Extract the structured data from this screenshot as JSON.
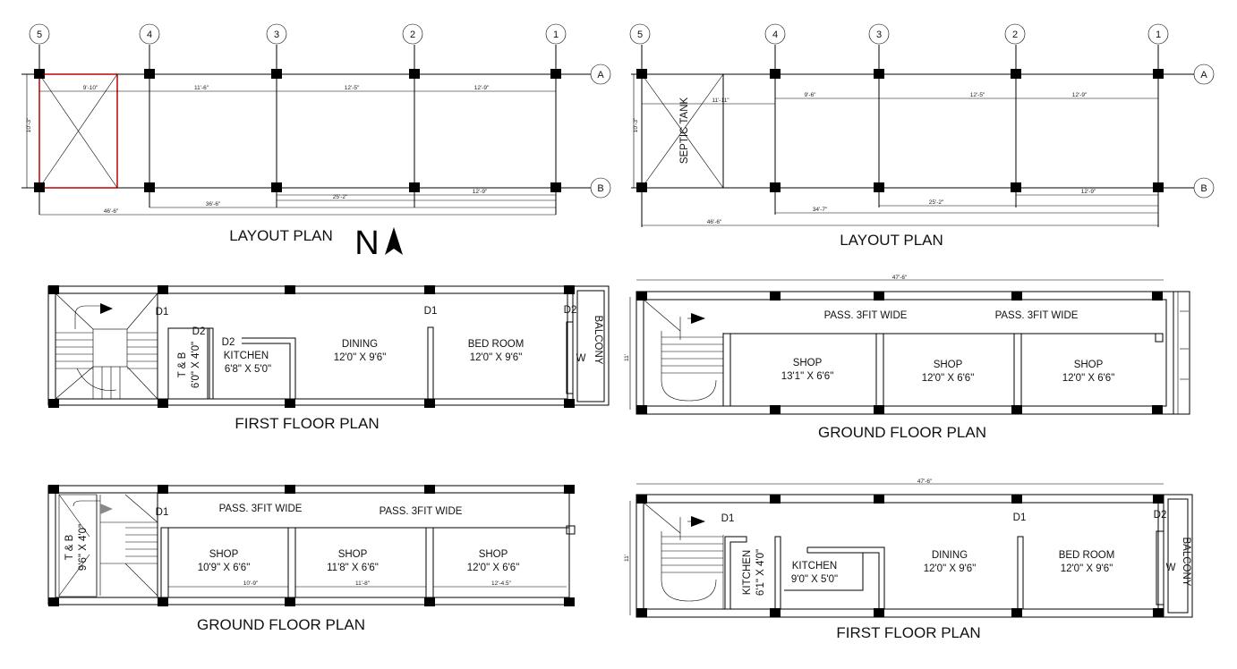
{
  "colors": {
    "ink": "#000000",
    "highlight": "#c00000",
    "background": "#ffffff"
  },
  "north_arrow": {
    "letter": "N"
  },
  "layout_left": {
    "title": "LAYOUT PLAN",
    "grid_numbers": [
      "5",
      "4",
      "3",
      "2",
      "1"
    ],
    "grid_letters": [
      "A",
      "B"
    ],
    "dims_top": [
      "9'-10\"",
      "11'-6\"",
      "12'-5\"",
      "12'-9\""
    ],
    "dim_side": "10'-3\"",
    "dims_bottom": [
      "12'-9\"",
      "25'-2\"",
      "36'-6\"",
      "46'-6\""
    ]
  },
  "layout_right": {
    "title": "LAYOUT PLAN",
    "grid_numbers": [
      "5",
      "4",
      "3",
      "2",
      "1"
    ],
    "grid_letters": [
      "A",
      "B"
    ],
    "septic": "SEPTIC TANK",
    "dims_top": [
      "11'-11\"",
      "9'-6\"",
      "12'-5\"",
      "12'-9\""
    ],
    "dim_side": "10'-3\"",
    "dims_bottom": [
      "12'-9\"",
      "25'-2\"",
      "34'-7\"",
      "46'-6\""
    ]
  },
  "first_left": {
    "title": "FIRST FLOOR PLAN",
    "doors": [
      "D1",
      "D2",
      "D2",
      "D1",
      "D2"
    ],
    "tb": [
      "T & B",
      "6'0\" X 4'0\""
    ],
    "kitchen": [
      "KITCHEN",
      "6'8\" X 5'0\""
    ],
    "dining": [
      "DINING",
      "12'0\" X 9'6\""
    ],
    "bedroom": [
      "BED ROOM",
      "12'0\" X 9'6\""
    ],
    "window": "W",
    "balcony": "BALCONY"
  },
  "ground_right": {
    "title": "GROUND FLOOR PLAN",
    "dim_top": "47'-6\"",
    "dim_side": "11'",
    "passages": [
      "PASS. 3FIT WIDE",
      "PASS. 3FIT WIDE"
    ],
    "shops": [
      [
        "SHOP",
        "13'1\" X 6'6\""
      ],
      [
        "SHOP",
        "12'0\" X 6'6\""
      ],
      [
        "SHOP",
        "12'0\" X 6'6\""
      ]
    ]
  },
  "ground_left": {
    "title": "GROUND FLOOR PLAN",
    "door": "D1",
    "tb": [
      "T & B",
      "9'6\" X 4'0\""
    ],
    "passages": [
      "PASS. 3FIT WIDE",
      "PASS. 3FIT WIDE"
    ],
    "shops": [
      [
        "SHOP",
        "10'9\" X 6'6\""
      ],
      [
        "SHOP",
        "11'8\" X 6'6\""
      ],
      [
        "SHOP",
        "12'0\" X 6'6\""
      ]
    ],
    "dims": [
      "10'-9\"",
      "11'-8\"",
      "12'-4.5\""
    ]
  },
  "first_right": {
    "title": "FIRST FLOOR PLAN",
    "dim_top": "47'-6\"",
    "dim_side": "11'",
    "doors": [
      "D1",
      "D1",
      "D2"
    ],
    "kitchen_small": [
      "KITCHEN",
      "6'1\" X 4'0\""
    ],
    "kitchen": [
      "KITCHEN",
      "9'0\" X 5'0\""
    ],
    "dining": [
      "DINING",
      "12'0\" X 9'6\""
    ],
    "bedroom": [
      "BED ROOM",
      "12'0\" X 9'6\""
    ],
    "window": "W",
    "balcony": "BALCONY"
  }
}
